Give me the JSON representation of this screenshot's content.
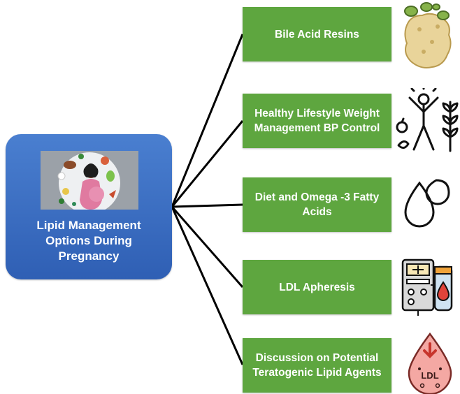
{
  "center": {
    "label_lines": [
      "Lipid Management",
      "Options During",
      "Pregnancy"
    ],
    "illustration": "pregnant-woman-with-healthy-food-icon"
  },
  "options": [
    {
      "label": "Bile Acid Resins",
      "icon": "bile-acid-resin-icon"
    },
    {
      "label": "Healthy Lifestyle Weight Management BP Control",
      "icon": "healthy-lifestyle-icon"
    },
    {
      "label": "Diet and Omega -3 Fatty Acids",
      "icon": "omega-3-drops-icon"
    },
    {
      "label": "LDL Apheresis",
      "icon": "apheresis-machine-icon"
    },
    {
      "label": "Discussion on Potential Teratogenic Lipid Agents",
      "icon": "ldl-particle-icon"
    }
  ],
  "colors": {
    "center_box": "#3a6dc4",
    "option_box": "#5ea63f",
    "connector": "#000000",
    "text": "#ffffff"
  }
}
